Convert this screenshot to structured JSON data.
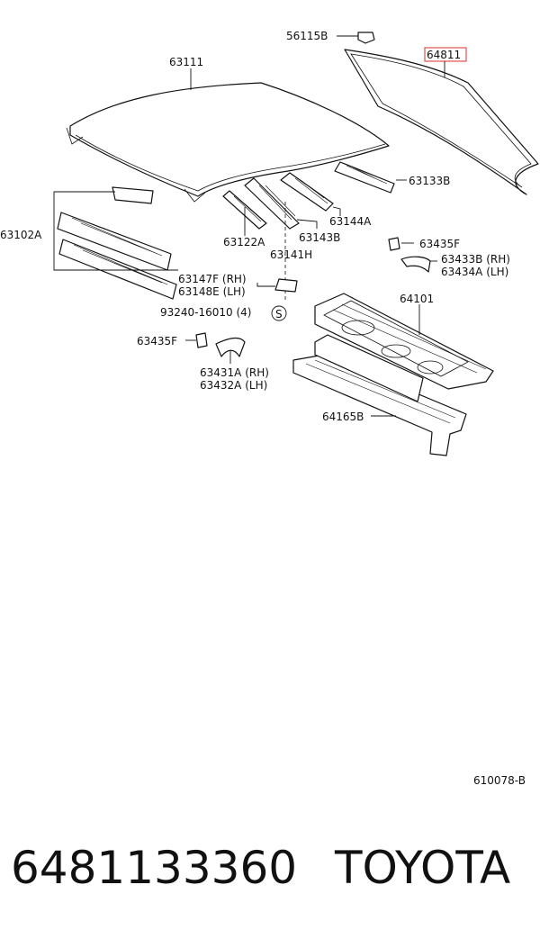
{
  "labels": {
    "l56115b": "56115B",
    "l64811": "64811",
    "l63111": "63111",
    "l63133b": "63133B",
    "l63144a": "63144A",
    "l63102a": "63102A",
    "l63122a": "63122A",
    "l63143b": "63143B",
    "l63141h": "63141H",
    "l63435f_r": "63435F",
    "l63433b": "63433B (RH)",
    "l63434a": "63434A (LH)",
    "l63147f": "63147F (RH)",
    "l63148e": "63148E (LH)",
    "l64101": "64101",
    "l93240": "93240-16010 (4)",
    "s_symbol": "S",
    "l63435f_l": "63435F",
    "l63431a": "63431A (RH)",
    "l63432a": "63432A (LH)",
    "l64165b": "64165B",
    "diagram_code": "610078-B"
  },
  "highlight": {
    "label": "64811",
    "color": "#e05050"
  },
  "footer": {
    "part_number": "6481133360",
    "brand": "TOYOTA"
  }
}
